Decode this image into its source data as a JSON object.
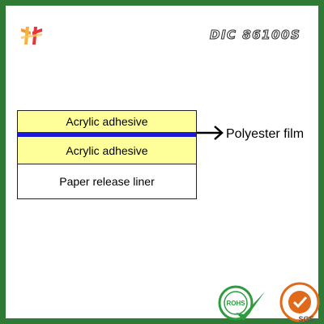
{
  "header": {
    "logo_icon": "brand-logo-icon",
    "product_code": "DIC 86100S"
  },
  "diagram": {
    "layers": [
      {
        "label": "Acrylic adhesive",
        "color": "#ffff99"
      },
      {
        "label": "",
        "color": "#1a1ad9"
      },
      {
        "label": "Acrylic adhesive",
        "color": "#ffff99"
      },
      {
        "label": "Paper release liner",
        "color": "#ffffff"
      }
    ],
    "callout_label": "Polyester film"
  },
  "badges": {
    "rohs_text": "ROHS",
    "sgs_text": "SGS"
  },
  "colors": {
    "border": "#2f7b35",
    "adhesive": "#ffff99",
    "film": "#1a1ad9"
  }
}
